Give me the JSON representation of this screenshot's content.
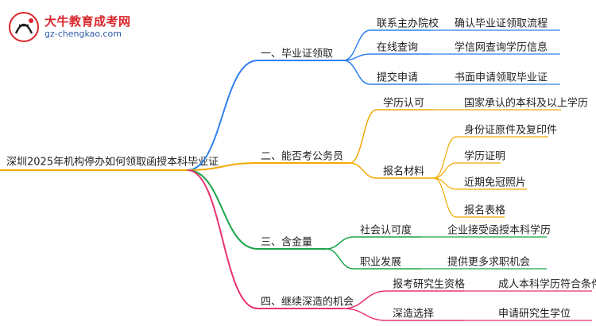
{
  "watermark": {
    "title": "大牛教育成考网",
    "url": "gz-chengkao.com"
  },
  "root": "深圳2025年机构停办如何领取函授本科毕业证",
  "branches": [
    {
      "label": "一、毕业证领取",
      "color": "#2f80ed",
      "children": [
        {
          "label": "联系主办院校",
          "children": [
            "确认毕业证领取流程"
          ]
        },
        {
          "label": "在线查询",
          "children": [
            "学信网查询学历信息"
          ]
        },
        {
          "label": "提交申请",
          "children": [
            "书面申请领取毕业证"
          ]
        }
      ]
    },
    {
      "label": "二、能否考公务员",
      "color": "#f2a900",
      "children": [
        {
          "label": "学历认可",
          "children": [
            "国家承认的本科及以上学历"
          ]
        },
        {
          "label": "报名材料",
          "children": [
            "身份证原件及复印件",
            "学历证明",
            "近期免冠照片",
            "报名表格"
          ]
        }
      ]
    },
    {
      "label": "三、含金量",
      "color": "#1aa34a",
      "children": [
        {
          "label": "社会认可度",
          "children": [
            "企业接受函授本科学历"
          ]
        },
        {
          "label": "职业发展",
          "children": [
            "提供更多求职机会"
          ]
        }
      ]
    },
    {
      "label": "四、继续深造的机会",
      "color": "#e8336f",
      "children": [
        {
          "label": "报考研究生资格",
          "children": [
            "成人本科学历符合条件"
          ]
        },
        {
          "label": "深造选择",
          "children": [
            "申请研究生学位"
          ]
        }
      ]
    }
  ]
}
